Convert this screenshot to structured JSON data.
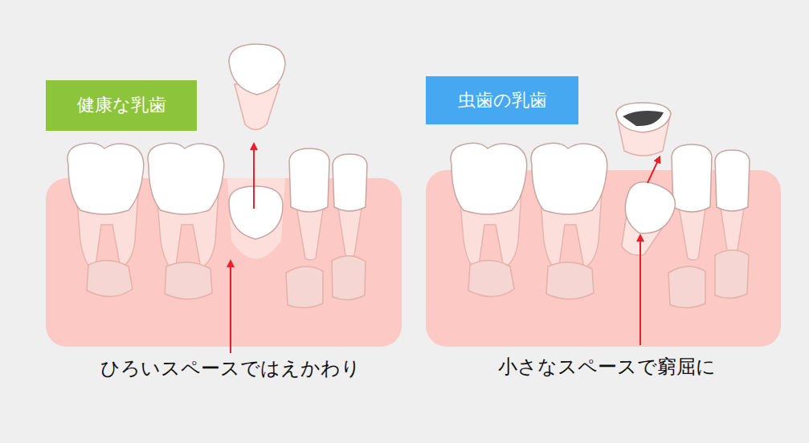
{
  "diagram": {
    "nodes": [
      {
        "text": [
          "健康な乳歯"
        ]
      },
      {
        "text": [
          "虫歯の乳歯"
        ]
      }
    ],
    "edges": [],
    "labels": [
      "ひろいスペースではえかわり",
      "小さなスペースで窮屈に"
    ]
  }
}
